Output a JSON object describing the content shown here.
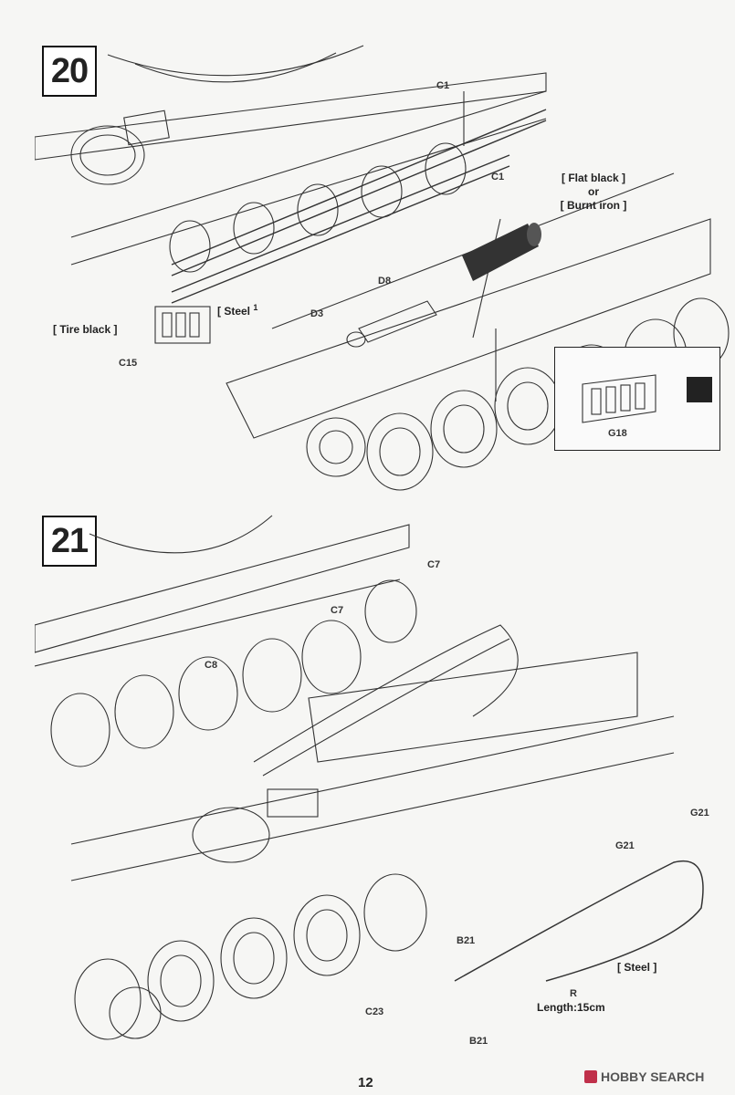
{
  "steps": [
    {
      "number": "20",
      "labels": {
        "c1_top": "C1",
        "c1_mid": "C1",
        "d8": "D8",
        "d3": "D3",
        "c15": "C15",
        "g18": "G18"
      },
      "callouts": {
        "steel": "[ Steel",
        "steel_ref": "1",
        "tire_black": "[ Tire black ]",
        "flat_black": "[ Flat black ]",
        "or": "or",
        "burnt_iron": "[ Burnt iron ]"
      }
    },
    {
      "number": "21",
      "labels": {
        "c7_a": "C7",
        "c7_b": "C7",
        "c8": "C8",
        "g21_a": "G21",
        "g21_b": "G21",
        "b21_a": "B21",
        "b21_b": "B21",
        "c23": "C23",
        "r": "R"
      },
      "callouts": {
        "steel": "[ Steel ]",
        "length": "Length:15cm"
      }
    }
  ],
  "footer": {
    "page_number": "12",
    "watermark": "HOBBY SEARCH"
  }
}
